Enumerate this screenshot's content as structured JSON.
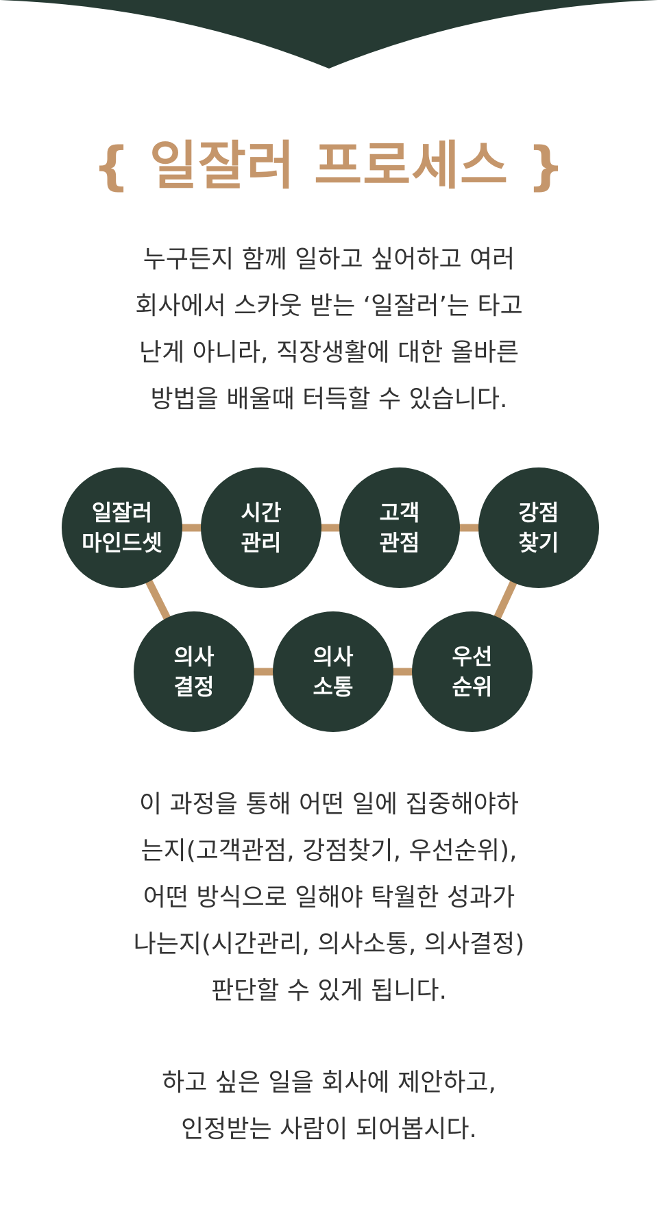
{
  "title": "{ 일잘러 프로세스 }",
  "intro_lines": [
    "누구든지 함께 일하고 싶어하고 여러",
    "회사에서 스카웃 받는 ‘일잘러’는 타고",
    "난게 아니라, 직장생활에 대한 올바른",
    "방법을 배울때 터득할 수 있습니다."
  ],
  "diagram": {
    "nodes": [
      {
        "id": "mindset",
        "lines": [
          "일잘러",
          "마인드셋"
        ]
      },
      {
        "id": "time",
        "lines": [
          "시간",
          "관리"
        ]
      },
      {
        "id": "customer",
        "lines": [
          "고객",
          "관점"
        ]
      },
      {
        "id": "strength",
        "lines": [
          "강점",
          "찾기"
        ]
      },
      {
        "id": "decision",
        "lines": [
          "의사",
          "결정"
        ]
      },
      {
        "id": "communication",
        "lines": [
          "의사",
          "소통"
        ]
      },
      {
        "id": "priority",
        "lines": [
          "우선",
          "순위"
        ]
      }
    ],
    "edges": [
      [
        "mindset",
        "time"
      ],
      [
        "time",
        "customer"
      ],
      [
        "customer",
        "strength"
      ],
      [
        "mindset",
        "decision"
      ],
      [
        "decision",
        "communication"
      ],
      [
        "communication",
        "priority"
      ],
      [
        "strength",
        "priority"
      ]
    ]
  },
  "body1_lines": [
    "이 과정을 통해 어떤 일에 집중해야하",
    "는지(고객관점, 강점찾기, 우선순위),",
    "어떤 방식으로 일해야 탁월한 성과가",
    "나는지(시간관리, 의사소통, 의사결정)",
    "판단할 수 있게 됩니다."
  ],
  "body2_lines": [
    "하고 싶은 일을 회사에 제안하고,",
    "인정받는 사람이 되어봅시다."
  ],
  "colors": {
    "dark_green": "#263a33",
    "accent_tan": "#c5966b",
    "text": "#333333"
  }
}
